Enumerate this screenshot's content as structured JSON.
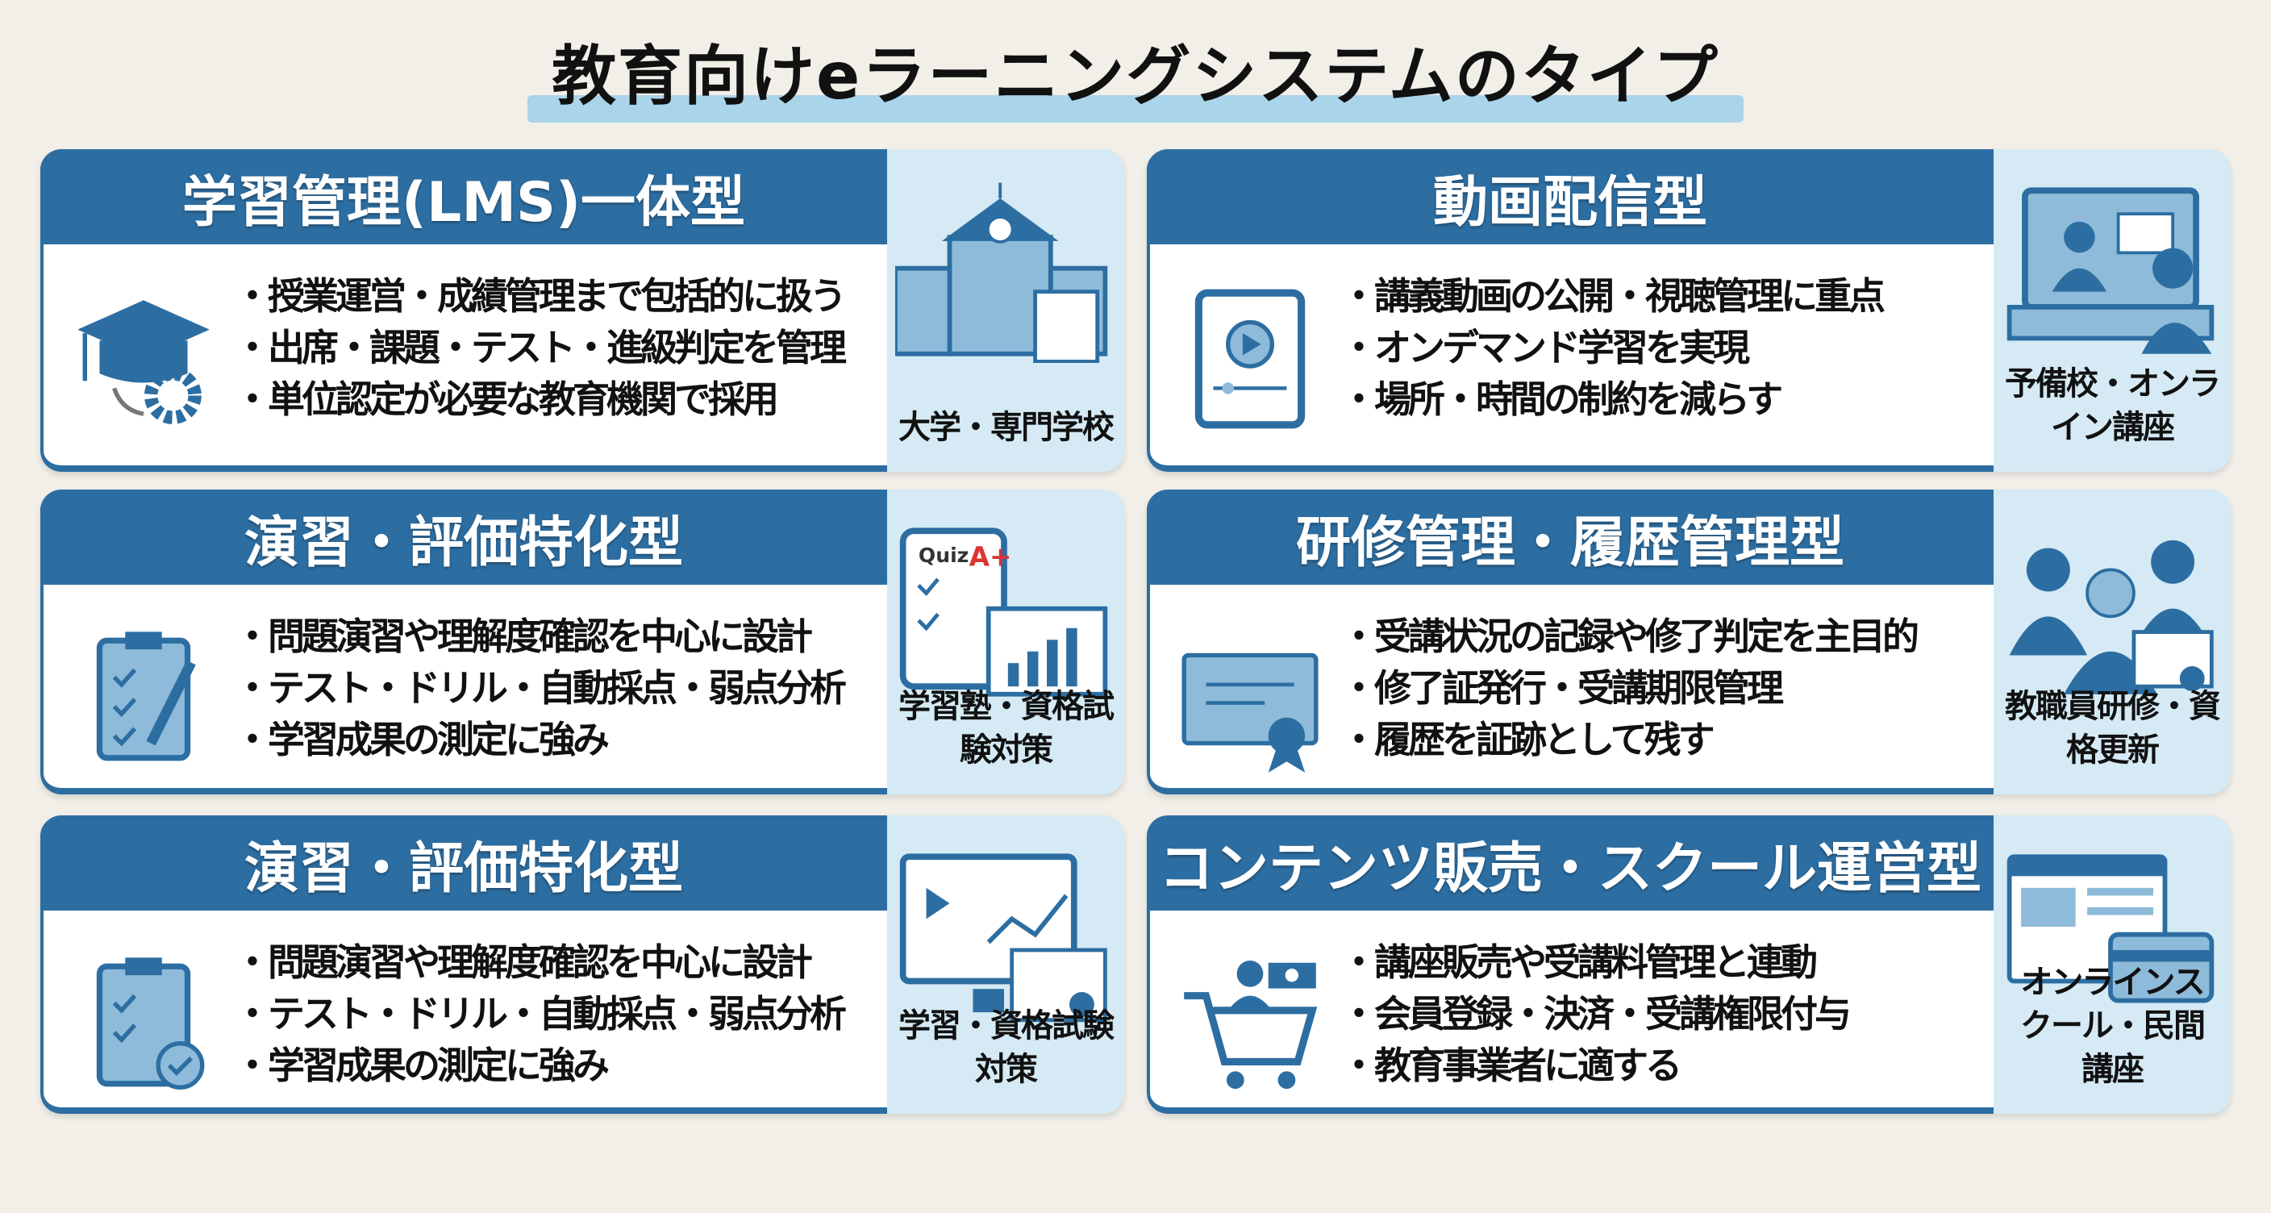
{
  "title": "教育向けeラーニングシステムのタイプ",
  "colors": {
    "header": "#2d6ea2",
    "panel": "#d5eaf4",
    "background": "#f1efe8",
    "highlight": "#a9d4ea"
  },
  "cards": [
    {
      "title": "学習管理(LMS)一体型",
      "bullets": [
        "授業運営・成績管理まで包括的に扱う",
        "出席・課題・テスト・進級判定を管理",
        "単位認定が必要な教育機関で採用"
      ],
      "target": "大学・専門学校",
      "icons": [
        "graduation-cap-gear-icon",
        "school-building-icon"
      ]
    },
    {
      "title": "動画配信型",
      "bullets": [
        "講義動画の公開・視聴管理に重点",
        "オンデマンド学習を実現",
        "場所・時間の制約を減らす"
      ],
      "target": "予備校・オンライン講座",
      "icons": [
        "tablet-video-icon",
        "online-lecture-icon"
      ]
    },
    {
      "title": "演習・評価特化型",
      "bullets": [
        "問題演習や理解度確認を中心に設計",
        "テスト・ドリル・自動採点・弱点分析",
        "学習成果の測定に強み"
      ],
      "target": "学習塾・資格試験対策",
      "icons": [
        "clipboard-checklist-icon",
        "quiz-chart-icon"
      ]
    },
    {
      "title": "研修管理・履歴管理型",
      "bullets": [
        "受講状況の記録や修了判定を主目的",
        "修了証発行・受講期限管理",
        "履歴を証跡として残す"
      ],
      "target": "教職員研修・資格更新",
      "icons": [
        "certificate-icon",
        "staff-group-icon"
      ]
    },
    {
      "title": "演習・評価特化型",
      "bullets": [
        "問題演習や理解度確認を中心に設計",
        "テスト・ドリル・自動採点・弱点分析",
        "学習成果の測定に強み"
      ],
      "target": "学習・資格試験対策",
      "icons": [
        "clipboard-check-icon",
        "monitor-certificate-icon"
      ]
    },
    {
      "title": "コンテンツ販売・スクール運営型",
      "bullets": [
        "講座販売や受講料管理と連動",
        "会員登録・決済・受講権限付与",
        "教育事業者に適する"
      ],
      "target": "オンラインスクール・民間講座",
      "icons": [
        "shopping-cart-icon",
        "web-payment-icon"
      ]
    }
  ]
}
